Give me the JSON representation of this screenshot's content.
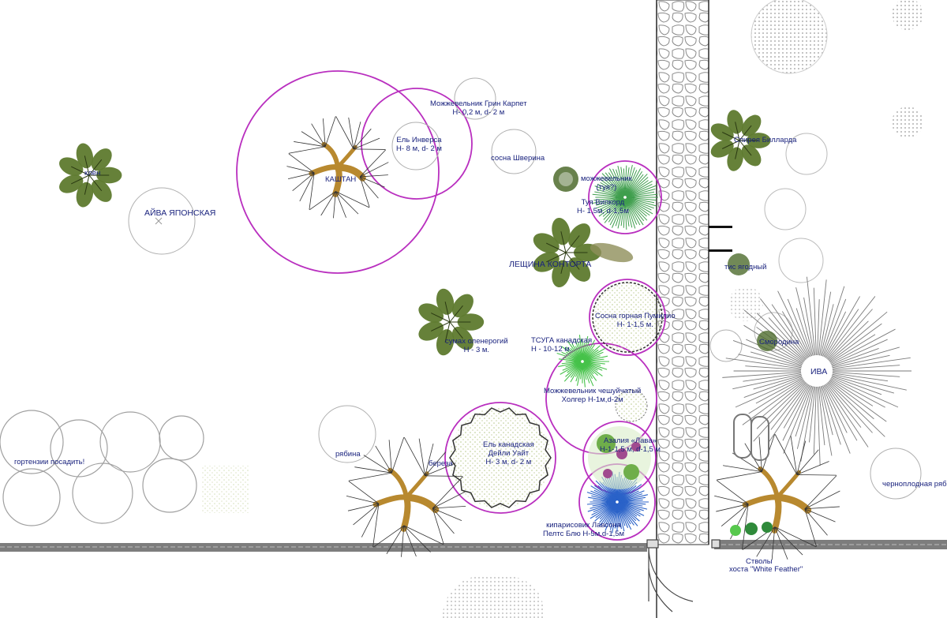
{
  "labels": {
    "mozh_green_carpet": "Можжевельник Грин Карпет",
    "mozh_green_carpet_size": "H- 0,2 м, d- 2 м",
    "el_inversa": "Ель Инверса",
    "el_inversa_size": "H- 8 м, d- 2 м",
    "kashtan": "КАШТАН",
    "sosna_shverina": "сосна Шверина",
    "klen": "клён",
    "aiva": "АЙВА ЯПОНСКАЯ",
    "mozh_tuya": "можжевельник",
    "mozh_tuya_q": "(туя?)",
    "tuya_vipkord": "Туя Випкорд",
    "tuya_vipkord_size": "H- 1,5м, d-1,5м",
    "leshchina": "ЛЕЩИНА  КОНТОРТА",
    "sosna_pumilio": "Сосна горная Пумилио",
    "sosna_pumilio_size": "H- 1-1,5 м.",
    "sumakh": "сумах оленерогий",
    "sumakh_size": "H - 3 м.",
    "tsuga": "ТСУГА канадская",
    "tsuga_size": "H - 10-12 м.",
    "mozh_holger": "Можжевельник чешуйчатый",
    "mozh_holger_size": "Холгер  H-1м,d-2м",
    "el_kanad": "Ель канадская",
    "el_kanad_name": "Дейли Уайт",
    "el_kanad_size": "H- 3 м, d- 2 м",
    "azalia": "Азалия «Лава»",
    "azalia_size": "H-1-1,5 м, d-1,5 м",
    "kiparis": "кипарисовик Лавсона",
    "kiparis_size": "Пелтс Блю H-5м,d-1,5м",
    "gortenzii": "гортензии посадить!",
    "ryabina": "рябина",
    "bereza": "береза",
    "iva_billarda": "Спирея Билларда",
    "tis_yagodny": "тис ягодный",
    "iva_small": "Смородина",
    "iva": "ИВА",
    "chernoplodnaya": "черноплодная рябина",
    "stvola": "Стволы",
    "hosta": "хоста \"White Feather\""
  },
  "colors": {
    "magenta": "#b92fbf",
    "label": "#1a237e",
    "foliage": "#5e7a2e",
    "trunk": "#b8892f",
    "tuya_green": "#3f9e4d",
    "tsuga_green": "#46c24a",
    "kiparis_blue": "#2a62c8",
    "grey": "#9e9e9e"
  }
}
